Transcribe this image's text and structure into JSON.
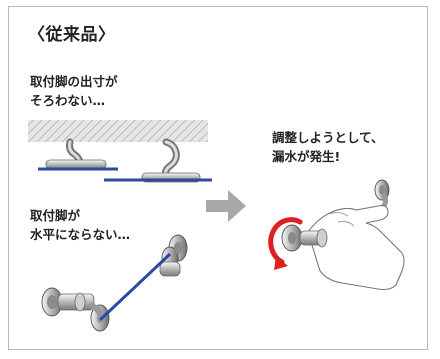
{
  "heading": "〈従来品〉",
  "problems": [
    {
      "text_line1": "取付脚の出寸が",
      "text_line2": "そろわない…"
    },
    {
      "text_line1": "取付脚が",
      "text_line2": "水平にならない…"
    }
  ],
  "result": {
    "text_line1": "調整しようとして、",
    "text_line2": "漏水が発生!"
  },
  "colors": {
    "guide_line": "#2b4aa0",
    "rotate_arrow": "#e02020",
    "transition_arrow": "#a8a8a8"
  }
}
